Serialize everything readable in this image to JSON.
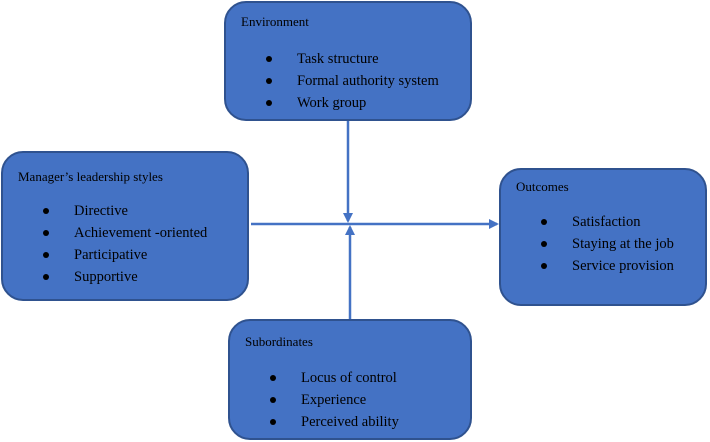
{
  "environment": {
    "title": "Environment",
    "items": [
      "Task structure",
      "Formal authority system",
      "Work group"
    ]
  },
  "leadership": {
    "title": "Manager’s leadership styles",
    "items": [
      "Directive",
      "Achievement -oriented",
      "Participative",
      "Supportive"
    ]
  },
  "outcomes": {
    "title": "Outcomes",
    "items": [
      "Satisfaction",
      "Staying at the job",
      "Service provision"
    ]
  },
  "subordinates": {
    "title": "Subordinates",
    "items": [
      "Locus of control",
      "Experience",
      "Perceived ability"
    ]
  },
  "colors": {
    "box_fill": "#4472c4",
    "box_border": "#2f528f",
    "arrow": "#4472c4"
  }
}
